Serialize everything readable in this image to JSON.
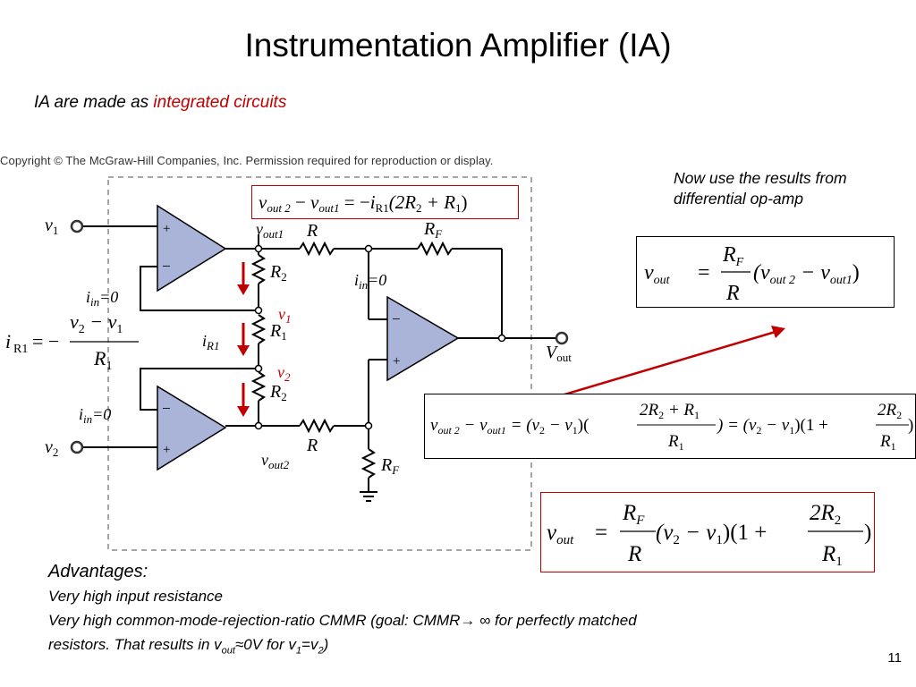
{
  "slide": {
    "title": "Instrumentation Amplifier (IA)",
    "subtitle_prefix": "IA are made as ",
    "subtitle_highlight": "integrated circuits",
    "copyright": "Copyright © The McGraw-Hill Companies, Inc. Permission required for reproduction or display.",
    "note_line1": "Now use the results from",
    "note_line2": "differential op-amp",
    "page_number": "11"
  },
  "advantages": {
    "heading": "Advantages:",
    "line1": "Very high input resistance",
    "line2": "Very high common-mode-rejection-ratio CMMR (goal: CMMR→ ∞ for perfectly matched",
    "line3_a": "resistors.  That results in v",
    "line3_sub1": "out",
    "line3_b": "≈0V for v",
    "line3_sub2": "1",
    "line3_c": "=v",
    "line3_sub3": "2",
    "line3_d": ")"
  },
  "circuit": {
    "v1": "v",
    "v1_sub": "1",
    "v2": "v",
    "v2_sub": "2",
    "R2_top": "R",
    "R2_top_sub": "2",
    "R1": "R",
    "R1_sub": "1",
    "R2_bot": "R",
    "R2_bot_sub": "2",
    "R_top": "R",
    "RF_top": "R",
    "RF_top_sub": "F",
    "R_bot": "R",
    "RF_bot": "R",
    "RF_bot_sub": "F",
    "vout": "V",
    "vout_sub": "out",
    "plus": "+",
    "minus": "−",
    "vout1": "v",
    "vout1_sub": "out1",
    "vout2": "v",
    "vout2_sub": "out2",
    "iin_a": "i",
    "iin_a_sub": "in",
    "iin_a_val": "=0",
    "iin_b": "i",
    "iin_b_sub": "in",
    "iin_b_val": "=0",
    "iin_c": "i",
    "iin_c_sub": "in",
    "iin_c_val": "=0",
    "iR1": "i",
    "iR1_sub": "R1",
    "v1_red": "v",
    "v1_red_sub": "1",
    "v2_red": "v",
    "v2_red_sub": "2",
    "accent": "#c00000",
    "opamp_fill": "#aab4d8"
  },
  "equations": {
    "eq_top": {
      "lhs": "v",
      "s1": "out 2",
      "minus": " − ",
      "v": "v",
      "s2": "out1",
      "eq": " = −",
      "i": "i",
      "s3": "R1",
      "rest": "(2R",
      "s4": "2",
      "plus": " + R",
      "s5": "1",
      "close": ")"
    },
    "eq_iR1": {
      "i": "i",
      "sub": "R1",
      "eq": " = −",
      "num": "v",
      "n1": "2",
      "nminus": " − v",
      "n2": "1",
      "den": "R",
      "d1": "1"
    },
    "eq_diff": {
      "v": "v",
      "s1": "out",
      "eq": " = ",
      "num": "R",
      "ns": "F",
      "den": "R",
      "rest": "(v",
      "r1": "out 2",
      "rminus": " − v",
      "r2": "out1",
      "close": ")"
    },
    "eq_mid": {
      "lhs": "v",
      "s1": "out 2",
      "minus": " − v",
      "s2": "out1",
      "eq1": " = (v",
      "a1": "2",
      "m1": " − v",
      "a2": "1",
      "p1": ")(",
      "num1": "2R",
      "n1a": "2",
      "n1p": " + R",
      "n1b": "1",
      "den1": "R",
      "d1": "1",
      "eq2": ") = (v",
      "b1": "2",
      "m2": " − v",
      "b2": "1",
      "p2": ")(1 + ",
      "num2": "2R",
      "n2a": "2",
      "den2": "R",
      "d2": "1",
      "close": ")"
    },
    "eq_final": {
      "v": "v",
      "s1": "out",
      "eq": " = ",
      "num": "R",
      "ns": "F",
      "den": "R",
      "rest": " (v",
      "r1": "2",
      "rminus": " − v",
      "r2": "1",
      "mid": ")(1 + ",
      "num2": "2R",
      "n2": "2",
      "den2": "R",
      "d2": "1",
      "close": ")"
    }
  }
}
